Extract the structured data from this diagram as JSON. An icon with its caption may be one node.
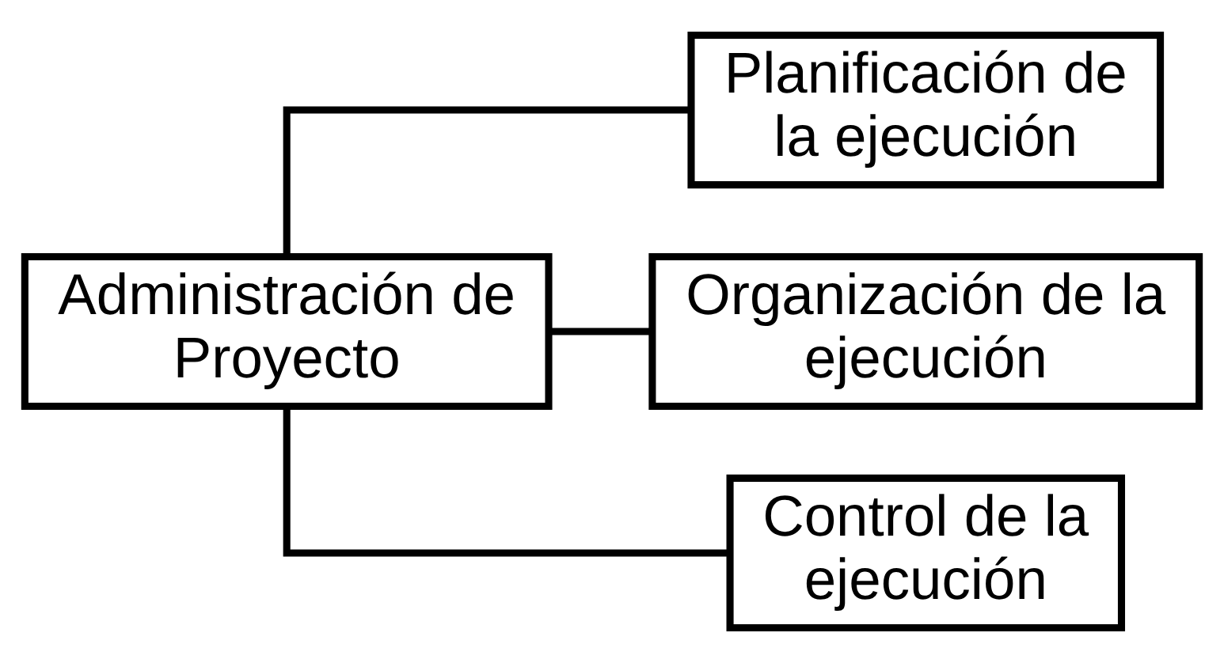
{
  "diagram": {
    "nodes": [
      {
        "text": [
          "Administración de Proyecto"
        ]
      },
      {
        "text": [
          "Planificación de la ejecución"
        ]
      },
      {
        "text": [
          "Organización de la ejecución"
        ]
      },
      {
        "text": [
          "Control de la ejecución"
        ]
      }
    ],
    "edges": [
      {
        "from": 0,
        "to": 1,
        "arrow": "none"
      },
      {
        "from": 0,
        "to": 2,
        "arrow": "none"
      },
      {
        "from": 0,
        "to": 3,
        "arrow": "none"
      }
    ]
  }
}
